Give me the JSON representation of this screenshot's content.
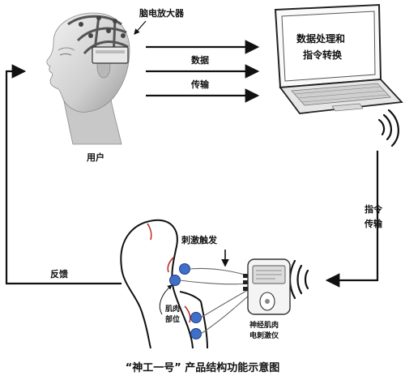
{
  "labels": {
    "amplifier": "脑电放大器",
    "data": "数据",
    "transmission": "传输",
    "laptop_line1": "数据处理和",
    "laptop_line2": "指令转换",
    "user": "用户",
    "command_line1": "指令",
    "command_line2": "传输",
    "stimulus_trigger": "刺激触发",
    "feedback": "反馈",
    "muscle_line1": "肌肉",
    "muscle_line2": "部位",
    "device_line1": "神经肌肉",
    "device_line2": "电刺激仪"
  },
  "caption": "“神工一号” 产品结构功能示意图",
  "icons": {
    "head": "human-head-with-eeg-cap-icon",
    "laptop": "laptop-icon",
    "wireless_laptop": "wireless-signal-icon",
    "wireless_device": "wireless-signal-icon",
    "leg": "leg-outline-icon",
    "electrode": "electrode-pad-icon",
    "stimulator": "stimulator-device-icon"
  },
  "colors": {
    "line": "#111111",
    "electrode": "#3f6fc8",
    "muscle_mark": "#c0302b",
    "background": "#ffffff"
  }
}
